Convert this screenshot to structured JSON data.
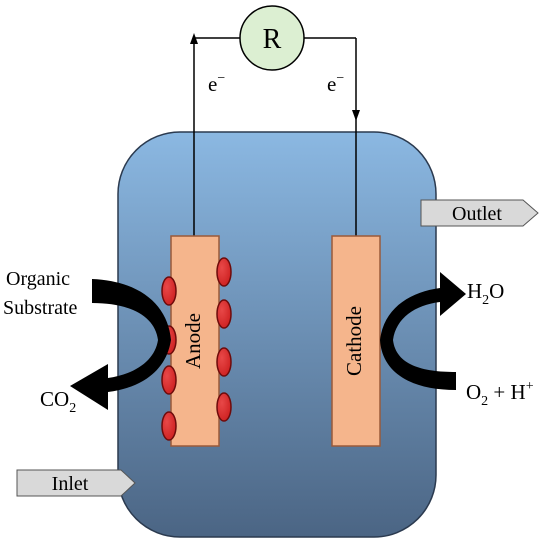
{
  "diagram": {
    "resistor": {
      "label": "R"
    },
    "electron_left": {
      "label": "e",
      "sup": "−"
    },
    "electron_right": {
      "label": "e",
      "sup": "−"
    },
    "anode": {
      "label": "Anode"
    },
    "cathode": {
      "label": "Cathode"
    },
    "outlet": {
      "label": "Outlet"
    },
    "inlet": {
      "label": "Inlet"
    },
    "organic_substrate": {
      "line1": "Organic",
      "line2": "Substrate"
    },
    "co2": {
      "base": "CO",
      "sub": "2"
    },
    "h2o": {
      "base": "H",
      "sub": "2",
      "tail": "O"
    },
    "o2_h": {
      "base": "O",
      "sub": "2",
      "mid": " + H",
      "sup": "+"
    },
    "colors": {
      "tank_top": "#8bb8e2",
      "tank_bottom": "#4b6584",
      "electrode_fill": "#f5b58c",
      "electrode_stroke": "#9a5a3a",
      "bacteria_fill": "#cc1f1f",
      "bacteria_stroke": "#6e0b0b",
      "resistor_fill": "#dcefd2",
      "arrow_label_fill": "#d9d9d9",
      "curved_arrow": "#000000"
    }
  }
}
